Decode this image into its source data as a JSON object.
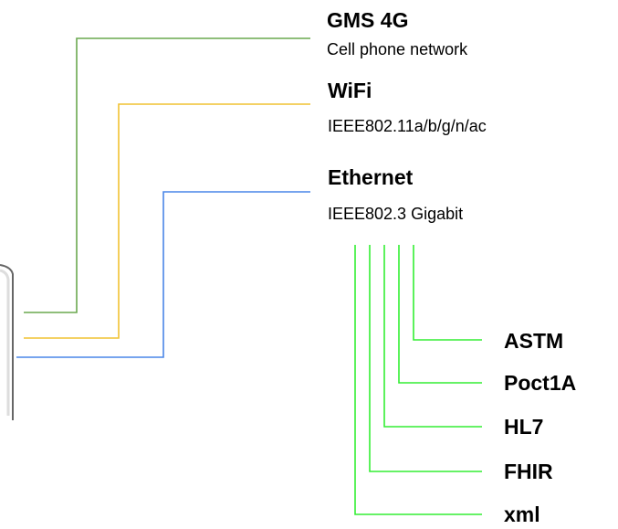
{
  "colors": {
    "gsm": "#6aa84f",
    "wifi": "#f1c232",
    "ethernet": "#4a86e8",
    "protocols": "#33ee33",
    "device_edge": "#666666"
  },
  "networks": [
    {
      "title": "GMS 4G",
      "subtitle": "Cell phone network"
    },
    {
      "title": "WiFi",
      "subtitle": "IEEE802.11a/b/g/n/ac"
    },
    {
      "title": "Ethernet",
      "subtitle": "IEEE802.3  Gigabit"
    }
  ],
  "protocols": [
    "ASTM",
    "Poct1A",
    "HL7",
    "FHIR",
    "xml"
  ]
}
